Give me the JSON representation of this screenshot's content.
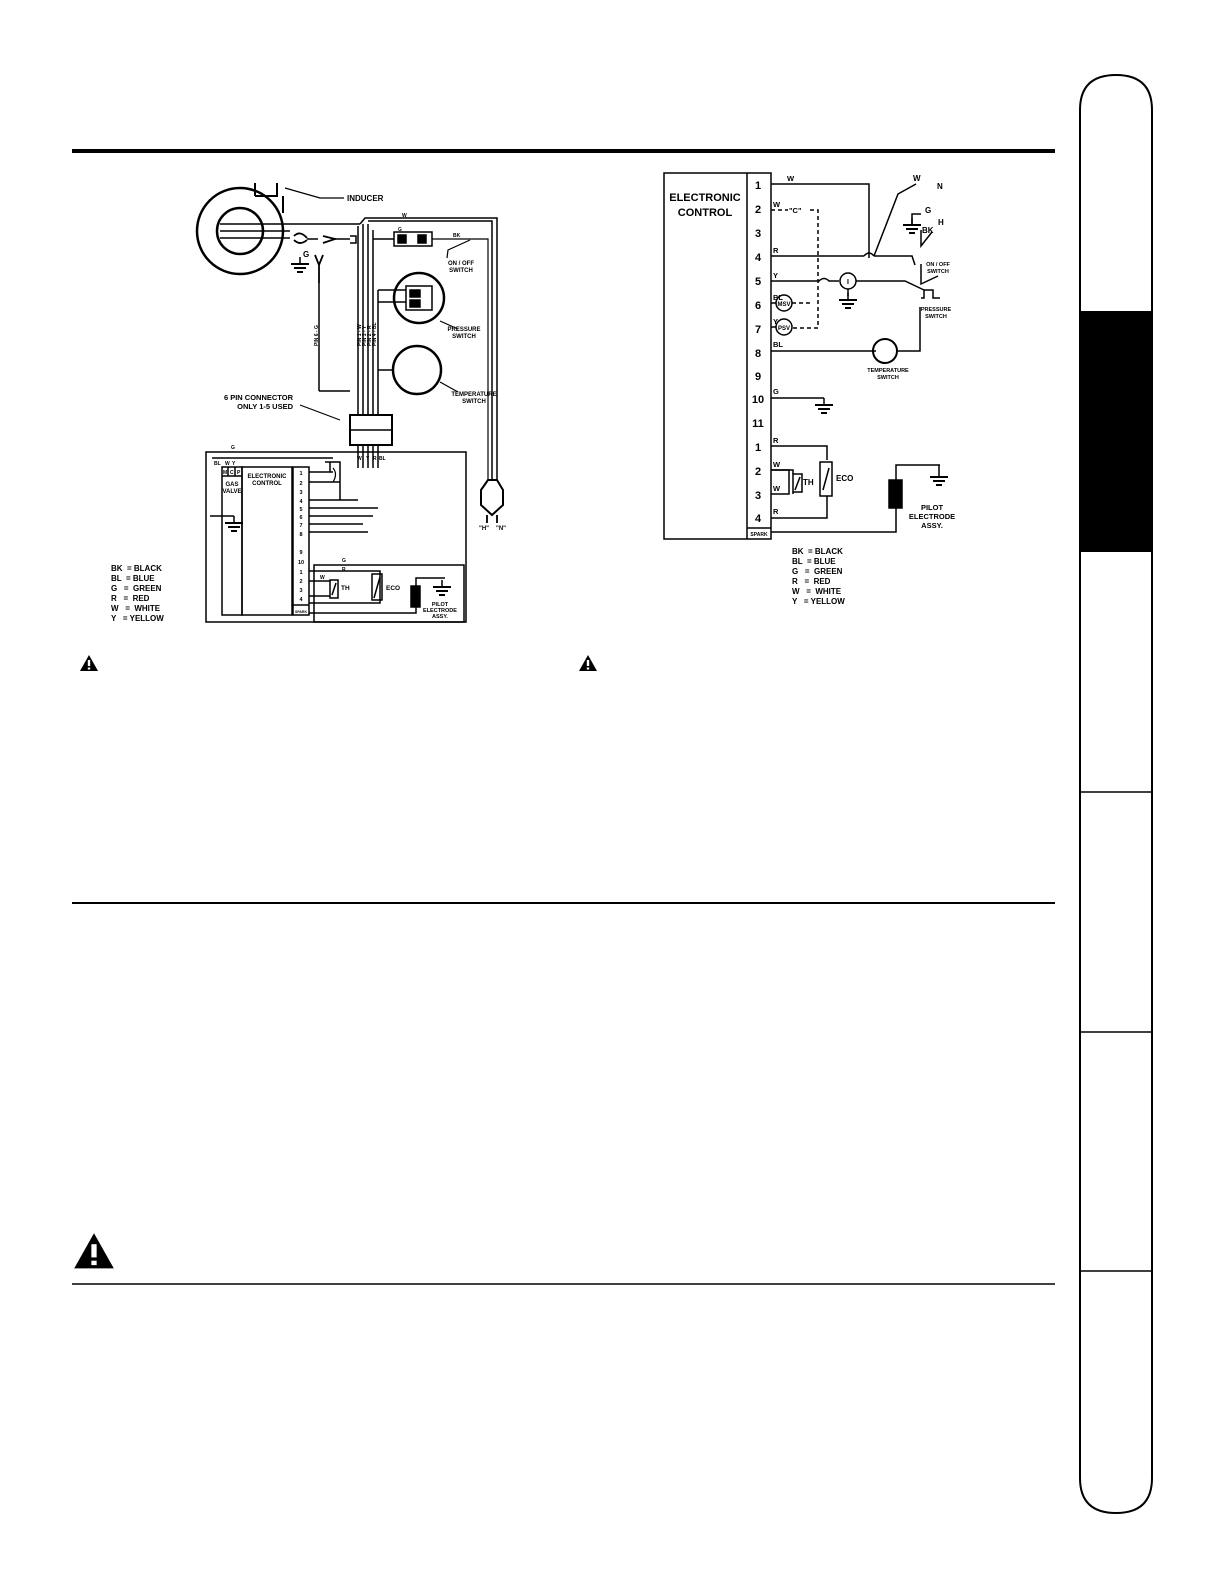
{
  "left_diagram": {
    "inducer": "INDUCER",
    "ground_g": "G",
    "w_top": "W",
    "g_small": "G",
    "bk_small": "BK",
    "on_off_switch": [
      "ON / OFF",
      "SWITCH"
    ],
    "pressure_switch": [
      "PRESSURE",
      "SWITCH"
    ],
    "temperature_switch": [
      "TEMPERATURE",
      "SWITCH"
    ],
    "pin_labels": [
      "PIN 6 - G",
      "PIN 1 - W",
      "PIN 3 - Y",
      "PIN 2 - R",
      "PIN 4 - BL"
    ],
    "connector": [
      "6 PIN CONNECTOR",
      "ONLY 1-5 USED"
    ],
    "wire_tags": [
      "W",
      "Y",
      "R",
      "BL"
    ],
    "plug_labels": [
      "\"H\"",
      "\"N\""
    ],
    "g_box_top": "G",
    "valve_tags": [
      "BL",
      "W",
      "Y"
    ],
    "valve_terms": [
      "M",
      "C",
      "P"
    ],
    "gas_valve": [
      "GAS",
      "VALVE"
    ],
    "control": [
      "ELECTRONIC",
      "CONTROL"
    ],
    "terminals_top": [
      "1",
      "2",
      "3",
      "4",
      "5",
      "6",
      "7",
      "8",
      "9",
      "10"
    ],
    "g_lower": "G",
    "r_lower": "R",
    "terminals_bottom": [
      "1",
      "2",
      "3",
      "4"
    ],
    "w_lower": "W",
    "th": "TH",
    "eco": "ECO",
    "pilot": [
      "PILOT",
      "ELECTRODE",
      "ASSY."
    ],
    "spark": "SPARK",
    "legend": [
      "BK  = BLACK",
      "BL  = BLUE",
      "G   =  GREEN",
      "R   =  RED",
      "W   =  WHITE",
      "Y   = YELLOW"
    ]
  },
  "right_diagram": {
    "control": [
      "ELECTRONIC",
      "CONTROL"
    ],
    "terminals_top": [
      "1",
      "2",
      "3",
      "4",
      "5",
      "6",
      "7",
      "8",
      "9",
      "10",
      "11"
    ],
    "terminals_bottom": [
      "1",
      "2",
      "3",
      "4"
    ],
    "spark": "SPARK",
    "wire_tags": [
      "W",
      "W",
      "R",
      "Y",
      "BL",
      "Y",
      "BL",
      "G",
      "R",
      "W",
      "W",
      "R"
    ],
    "c_label": "\"C\"",
    "n_w": "W",
    "n_n": "N",
    "g": "G",
    "h": "H",
    "bk": "BK",
    "i_label": "I",
    "msv": "MSV",
    "psv": "PSV",
    "on_off_switch": [
      "ON / OFF",
      "SWITCH"
    ],
    "pressure_switch": [
      "PRESSURE",
      "SWITCH"
    ],
    "temperature_switch": [
      "TEMPERATURE",
      "SWITCH"
    ],
    "th": "TH",
    "eco": "ECO",
    "pilot": [
      "PILOT",
      "ELECTRODE",
      "ASSY."
    ],
    "legend": [
      "BK  = BLACK",
      "BL  = BLUE",
      "G   =  GREEN",
      "R   =  RED",
      "W   =  WHITE",
      "Y   = YELLOW"
    ]
  }
}
